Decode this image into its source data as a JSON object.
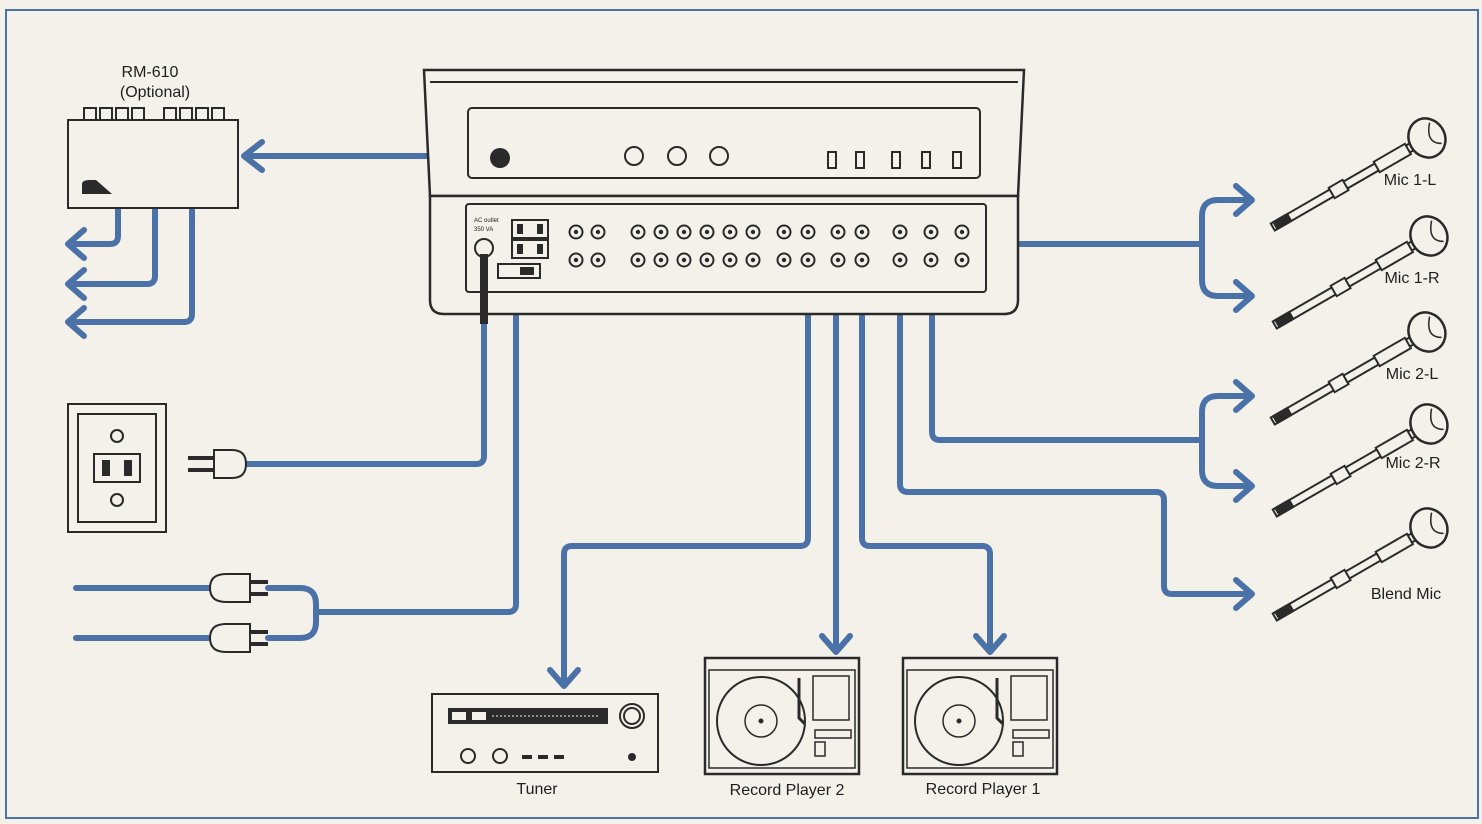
{
  "colors": {
    "cable": "#4a72a8",
    "outline": "#2a2a2a",
    "paper": "#f3f1ea",
    "frame": "#4a72a8"
  },
  "remote": {
    "model": "RM-610",
    "note": "(Optional)"
  },
  "mixer": {
    "ac_outlet_label": "AC outlet",
    "ac_outlet_rating": "350 VA"
  },
  "devices": {
    "tuner": "Tuner",
    "record_player_2": "Record Player 2",
    "record_player_1": "Record Player 1"
  },
  "mics": [
    {
      "label": "Mic 1-L"
    },
    {
      "label": "Mic 1-R"
    },
    {
      "label": "Mic 2-L"
    },
    {
      "label": "Mic 2-R"
    },
    {
      "label": "Blend Mic"
    }
  ],
  "icons": [
    "wall-outlet-icon",
    "plug-icon",
    "microphone-icon",
    "turntable-icon",
    "tuner-icon",
    "remote-unit-icon"
  ]
}
